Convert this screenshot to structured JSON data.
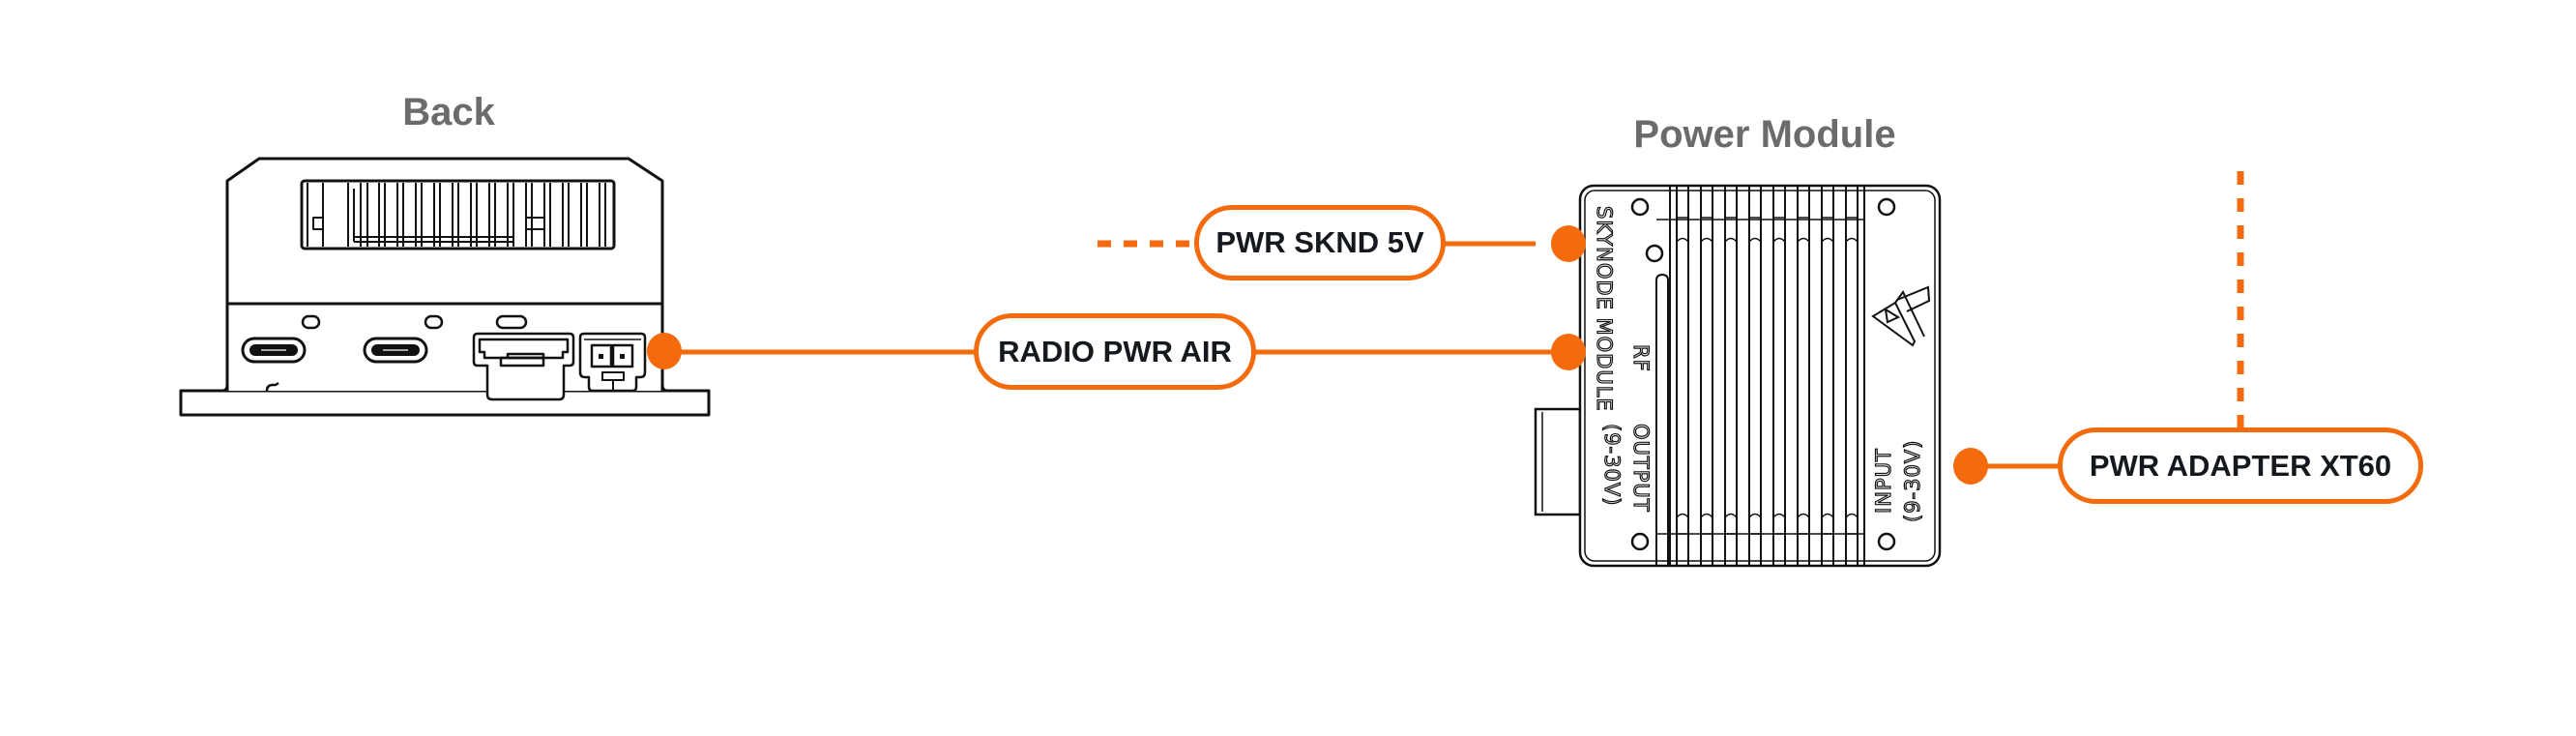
{
  "titles": {
    "back": "Back",
    "power_module": "Power Module"
  },
  "connections": [
    {
      "id": "pwr-sknd-5v",
      "label": "PWR SKND 5V",
      "line_style": "solid-with-dashed-continuation"
    },
    {
      "id": "radio-pwr-air",
      "label": "RADIO PWR AIR",
      "line_style": "solid"
    },
    {
      "id": "pwr-adapter-xt60",
      "label": "PWR ADAPTER XT60",
      "line_style": "solid-with-dashed-continuation"
    }
  ],
  "power_module_labels": {
    "skynode": "SKYNODE MODULE",
    "rf": "RF",
    "output": "OUTPUT",
    "output_range": "(9-30V)",
    "input": "INPUT",
    "input_range": "(9-30V)"
  },
  "colors": {
    "accent": "#f46b0e",
    "title": "#6b6b6b",
    "label_text": "#15191e",
    "outline": "#111111"
  }
}
